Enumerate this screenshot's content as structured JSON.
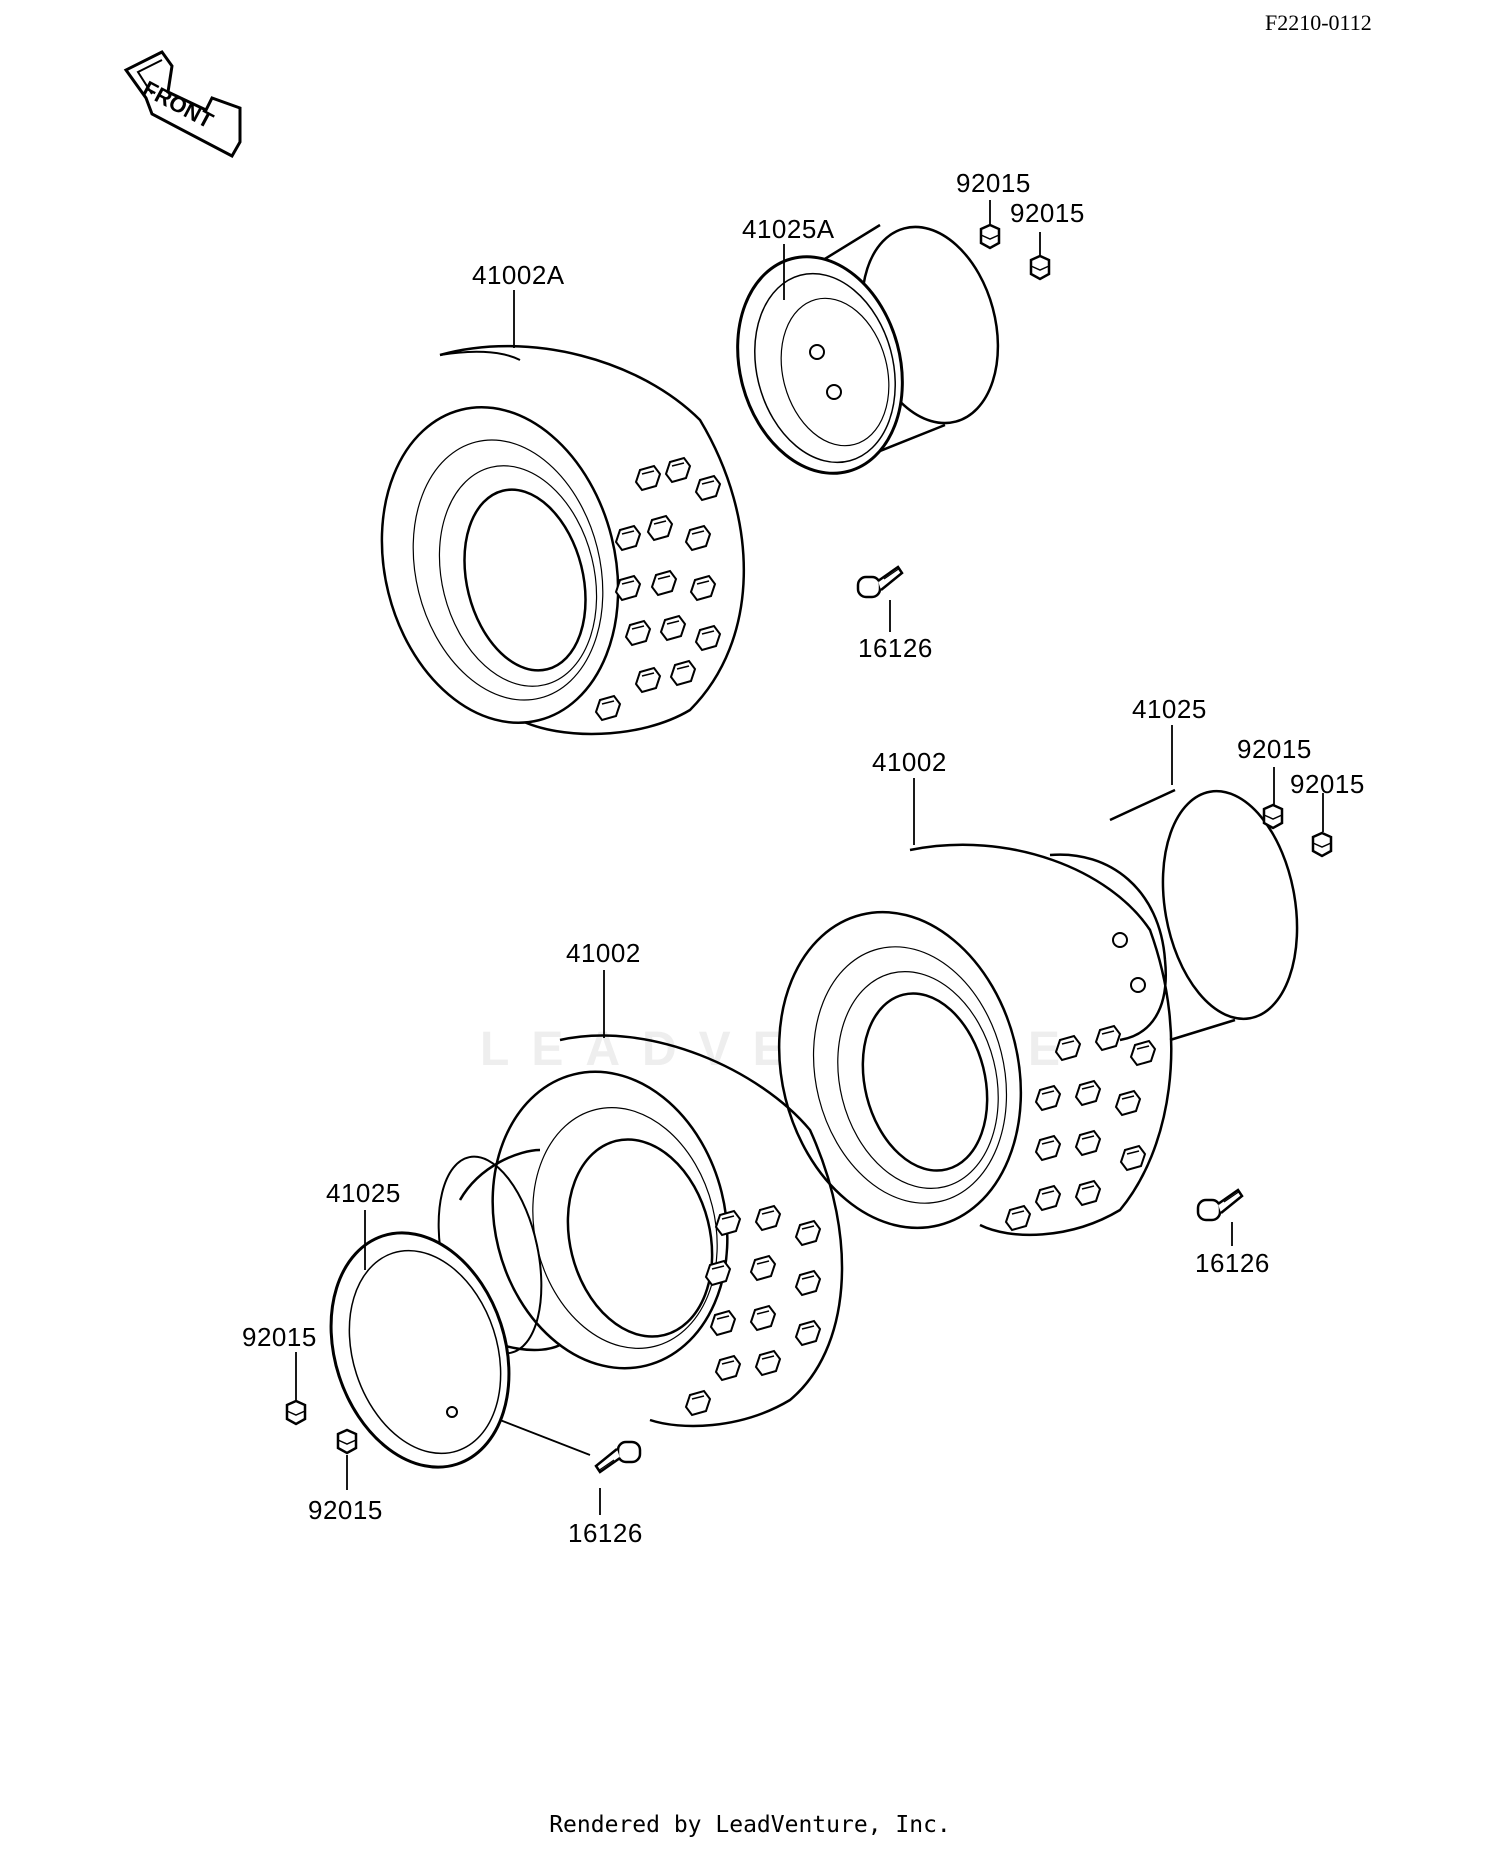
{
  "sheet_id": "F2210-0112",
  "front_arrow_label": "FRONT",
  "footer": "Rendered by LeadVenture, Inc.",
  "watermark": "LEADVENTURE",
  "callouts": {
    "tire_upper_left": "41002A",
    "rim_upper_left": "41025A",
    "nut_upper_1": "92015",
    "nut_upper_2": "92015",
    "valve_upper": "16126",
    "rim_right": "41025",
    "tire_right": "41002",
    "nut_right_1": "92015",
    "nut_right_2": "92015",
    "valve_right": "16126",
    "tire_lower": "41002",
    "rim_lower": "41025",
    "nut_lower_1": "92015",
    "nut_lower_2": "92015",
    "valve_lower": "16126"
  }
}
